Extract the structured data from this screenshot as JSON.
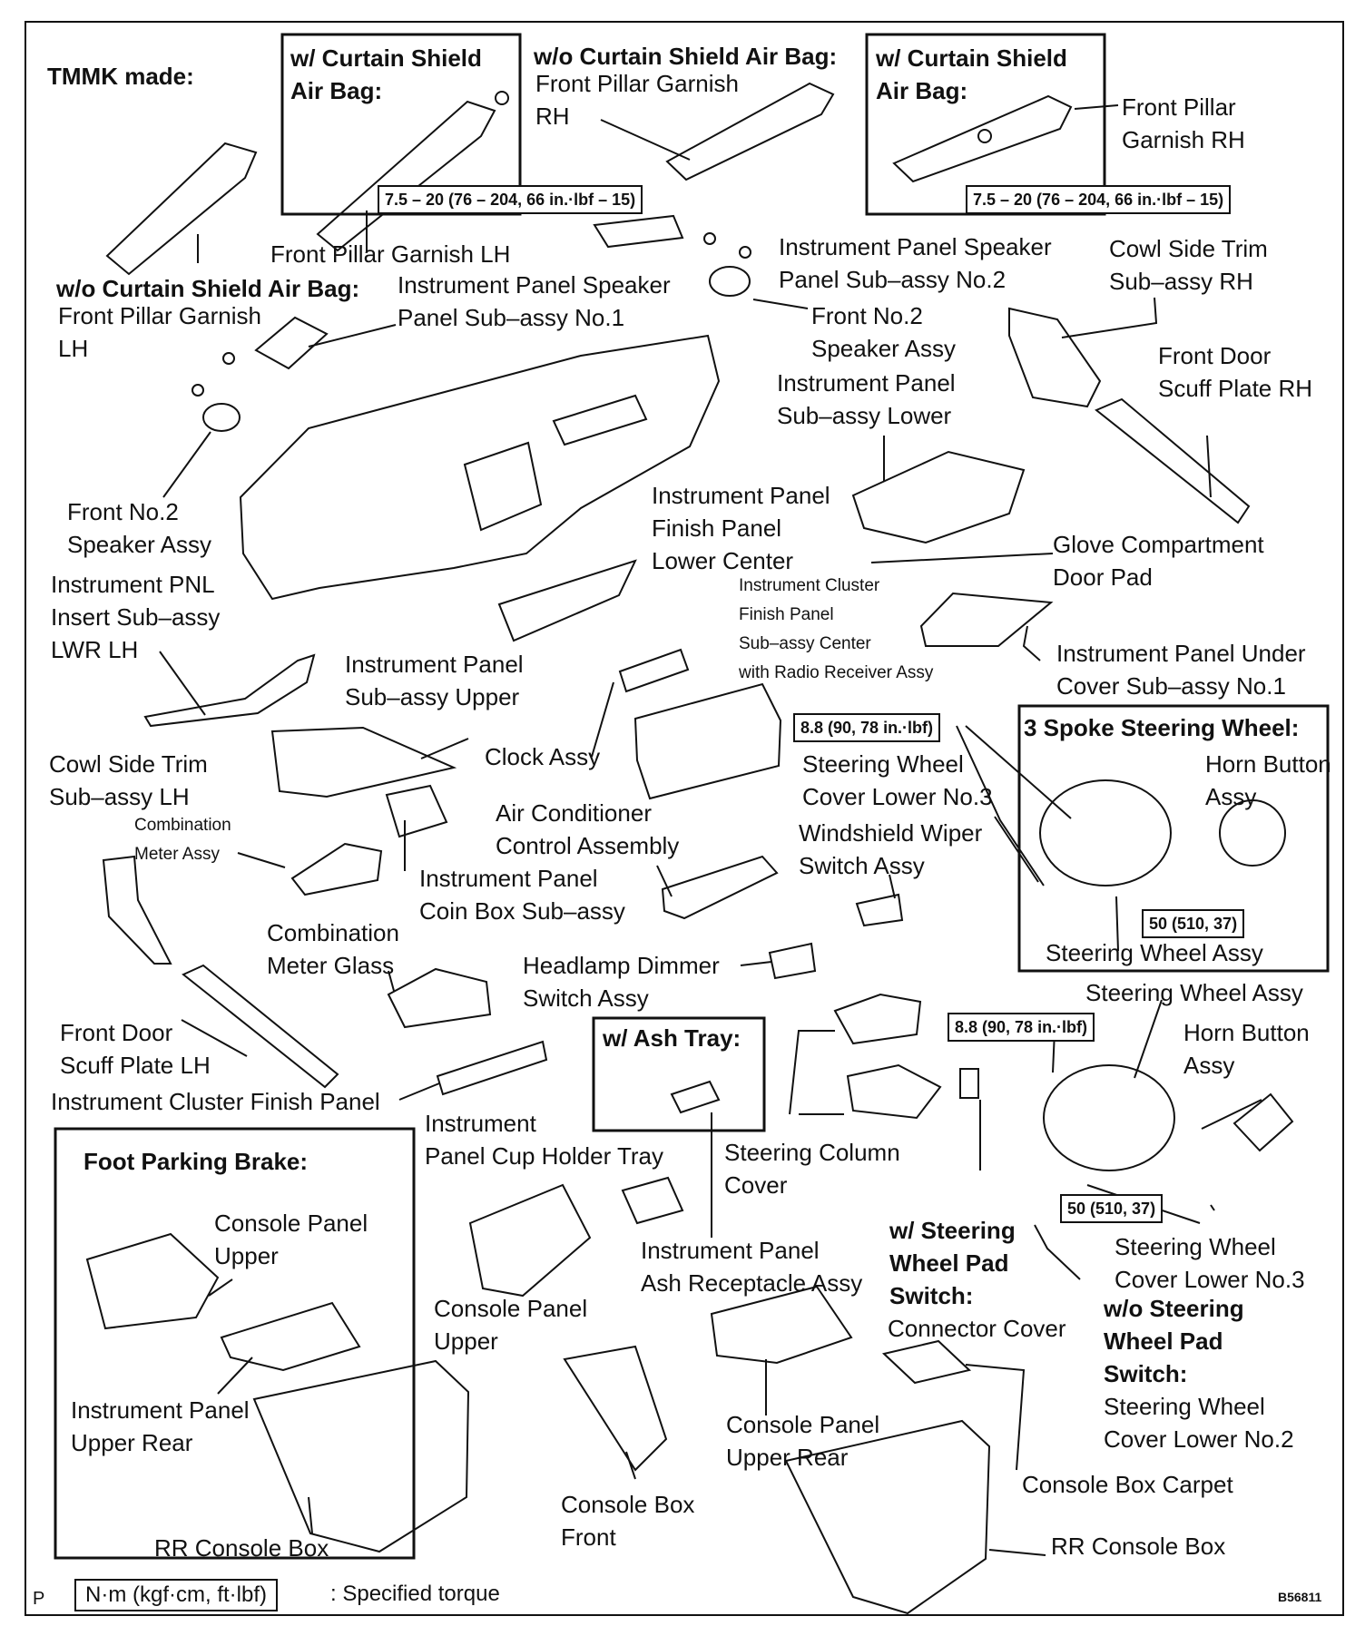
{
  "headings": {
    "tmmk": "TMMK made:",
    "wcsa_left": "w/ Curtain Shield\nAir Bag:",
    "wocsa_right": "w/o Curtain Shield Air Bag:",
    "wcsa_right": "w/ Curtain Shield\nAir Bag:",
    "wocsa_left": "w/o Curtain Shield Air Bag:",
    "spoke3": "3 Spoke Steering Wheel:",
    "ash_tray": "w/ Ash Tray:",
    "foot_parking": "Foot Parking Brake:",
    "w_steering_pad": "w/ Steering\nWheel Pad\nSwitch:",
    "wo_steering_pad": "w/o Steering\nWheel Pad\nSwitch:"
  },
  "labels": {
    "fpg_rh_wo": "Front Pillar Garnish\nRH",
    "fpg_rh_w": "Front Pillar\nGarnish RH",
    "fpg_lh": "Front Pillar Garnish LH",
    "fpg_lh_wo": "Front Pillar Garnish\nLH",
    "ip_speaker_no2": "Instrument Panel Speaker\nPanel Sub–assy No.2",
    "cowl_rh": "Cowl Side Trim\nSub–assy RH",
    "ip_speaker_no1": "Instrument Panel Speaker\nPanel Sub–assy No.1",
    "front_speaker_right": "Front No.2\nSpeaker Assy",
    "scuff_rh": "Front Door\nScuff Plate RH",
    "ip_lower": "Instrument Panel\nSub–assy Lower",
    "front_speaker_left": "Front No.2\nSpeaker Assy",
    "ip_finish_lower_center": "Instrument Panel\nFinish Panel\nLower Center",
    "glove_pad": "Glove Compartment\nDoor Pad",
    "ip_insert_lwr_lh": "Instrument PNL\nInsert Sub–assy\nLWR LH",
    "cluster_finish_center": "Instrument Cluster\nFinish Panel\nSub–assy Center\nwith Radio Receiver Assy",
    "ip_under_cover": "Instrument Panel Under\nCover Sub–assy No.1",
    "ip_upper": "Instrument Panel\nSub–assy Upper",
    "clock": "Clock Assy",
    "horn_button_1": "Horn Button\nAssy",
    "cowl_lh": "Cowl Side Trim\nSub–assy LH",
    "sw_cover_lower3_a": "Steering Wheel\nCover Lower No.3",
    "combination_meter": "Combination\nMeter Assy",
    "ac_control": "Air Conditioner\nControl Assembly",
    "wiper_switch": "Windshield Wiper\nSwitch Assy",
    "coin_box": "Instrument Panel\nCoin Box Sub–assy",
    "combination_glass": "Combination\nMeter Glass",
    "steering_wheel_assy_1": "Steering Wheel Assy",
    "headlamp_dimmer": "Headlamp Dimmer\nSwitch Assy",
    "steering_wheel_assy_2": "Steering Wheel Assy",
    "scuff_lh": "Front Door\nScuff Plate LH",
    "horn_button_2": "Horn Button\nAssy",
    "cluster_finish_panel": "Instrument Cluster Finish Panel",
    "cup_holder": "Instrument\nPanel Cup Holder Tray",
    "column_cover": "Steering Column\nCover",
    "console_upper_foot": "Console Panel\nUpper",
    "sw_cover_lower3_b": "Steering Wheel\nCover Lower No.3",
    "ash_receptacle": "Instrument Panel\nAsh Receptacle Assy",
    "connector_cover": "Connector Cover",
    "console_upper": "Console Panel\nUpper",
    "sw_cover_lower2": "Steering Wheel\nCover Lower No.2",
    "ip_upper_rear": "Instrument Panel\nUpper Rear",
    "console_upper_rear": "Console Panel\nUpper Rear",
    "console_carpet": "Console Box Carpet",
    "console_front": "Console Box\nFront",
    "rr_console_left": "RR Console Box",
    "rr_console_right": "RR Console Box"
  },
  "torques": {
    "t1": "7.5 – 20 (76 – 204, 66 in.·lbf – 15)",
    "t2": "7.5 – 20 (76 – 204, 66 in.·lbf – 15)",
    "t3": "8.8 (90, 78 in.·lbf)",
    "t4": "50 (510, 37)",
    "t5": "8.8 (90, 78 in.·lbf)",
    "t6": "50 (510, 37)"
  },
  "legend": {
    "unit": "N·m (kgf·cm, ft·lbf)",
    "text": ": Specified torque"
  },
  "footer": {
    "page_marker": "P",
    "figure_id": "B56811"
  }
}
